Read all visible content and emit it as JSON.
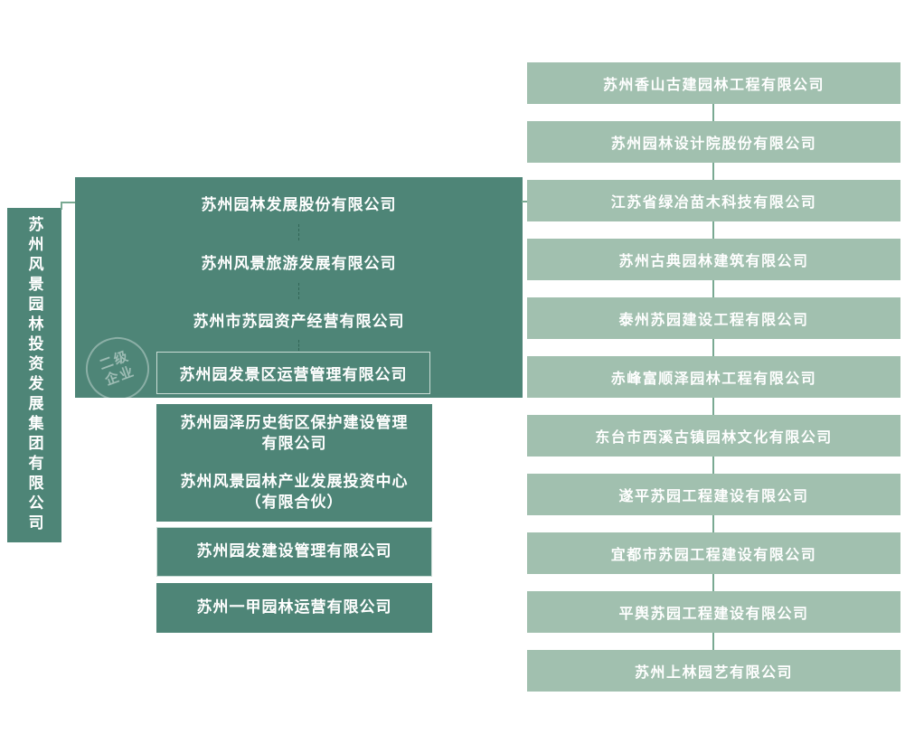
{
  "colors": {
    "dark": "#4e8577",
    "light": "#a1c0af",
    "line": "#79a992",
    "text": "#ffffff"
  },
  "root": {
    "name": "苏州风景园林投资发展集团有限公司"
  },
  "watermark": {
    "line1": "二级",
    "line2": "企业"
  },
  "tier2": {
    "panel": [
      {
        "name": "苏州园林发展股份有限公司"
      },
      {
        "name": "苏州风景旅游发展有限公司"
      },
      {
        "name": "苏州市苏园资产经营有限公司"
      },
      {
        "name": "苏州园发景区运营管理有限公司"
      }
    ],
    "boxes": [
      {
        "line1": "苏州园泽历史街区保护建设管理",
        "line2": "有限公司"
      },
      {
        "line1": "苏州风景园林产业发展投资中心",
        "line2": "（有限合伙）"
      },
      {
        "name": "苏州园发建设管理有限公司"
      },
      {
        "name": "苏州一甲园林运营有限公司"
      }
    ]
  },
  "tier3": [
    "苏州香山古建园林工程有限公司",
    "苏州园林设计院股份有限公司",
    "江苏省绿冶苗木科技有限公司",
    "苏州古典园林建筑有限公司",
    "泰州苏园建设工程有限公司",
    "赤峰富顺泽园林工程有限公司",
    "东台市西溪古镇园林文化有限公司",
    "遂平苏园工程建设有限公司",
    "宜都市苏园工程建设有限公司",
    "平舆苏园工程建设有限公司",
    "苏州上林园艺有限公司"
  ]
}
